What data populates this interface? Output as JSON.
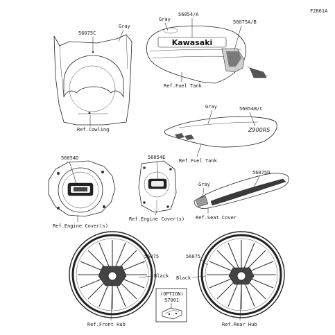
{
  "figure_id": "F2861A",
  "labels": {
    "p56075C": "56075C",
    "gray_cowl": "Gray",
    "ref_cowling": "Ref.Cowling",
    "gray_tank": "Gray",
    "p56054A": "56054/A",
    "p56075AB": "56075A/B",
    "ref_fuel_tank_1": "Ref.Fuel Tank",
    "gray_side": "Gray",
    "p56054BC": "56054B/C",
    "ref_fuel_tank_2": "Ref.Fuel Tank",
    "p56054D": "56054D",
    "ref_engine_cover_1": "Ref.Engine Cover(s)",
    "p56054E": "56054E",
    "ref_engine_cover_2": "Ref.Engine Cover(s)",
    "p56075D": "56075D",
    "gray_seat": "Gray",
    "ref_seat_cover": "Ref.Seat Cover",
    "p56075_front": "56075",
    "black_front": "Black",
    "ref_front_hub": "Ref.Front Hub",
    "p56075_rear": "56075",
    "black_rear": "Black",
    "ref_rear_hub": "Ref.Rear Hub",
    "option": "(OPTION)",
    "p57001": "57001"
  },
  "decal_text": {
    "tank_brand": "Kawasaki",
    "side_model": "Z900RS"
  }
}
